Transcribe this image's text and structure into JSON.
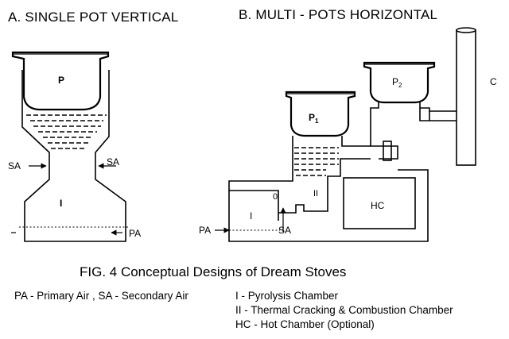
{
  "titles": {
    "a": "A. SINGLE POT VERTICAL",
    "b": "B. MULTI - POTS HORIZONTAL"
  },
  "labels_a": {
    "pot": "P",
    "sa_left": "SA",
    "sa_right": "SA",
    "chamber": "I",
    "pa": "PA"
  },
  "labels_b": {
    "pot1_base": "P",
    "pot1_sub": "1",
    "pot2_base": "P",
    "pot2_sub": "2",
    "chimney": "C",
    "chamber2": "II",
    "chamber1": "I",
    "hot_chamber": "HC",
    "zero": "0",
    "pa": "PA",
    "sa": "SA"
  },
  "caption": "FIG. 4  Conceptual Designs of Dream Stoves",
  "legend": {
    "line1": "PA - Primary Air , SA - Secondary Air",
    "line2": "I - Pyrolysis Chamber",
    "line3": "II - Thermal Cracking & Combustion Chamber",
    "line4": "HC - Hot Chamber (Optional)"
  }
}
